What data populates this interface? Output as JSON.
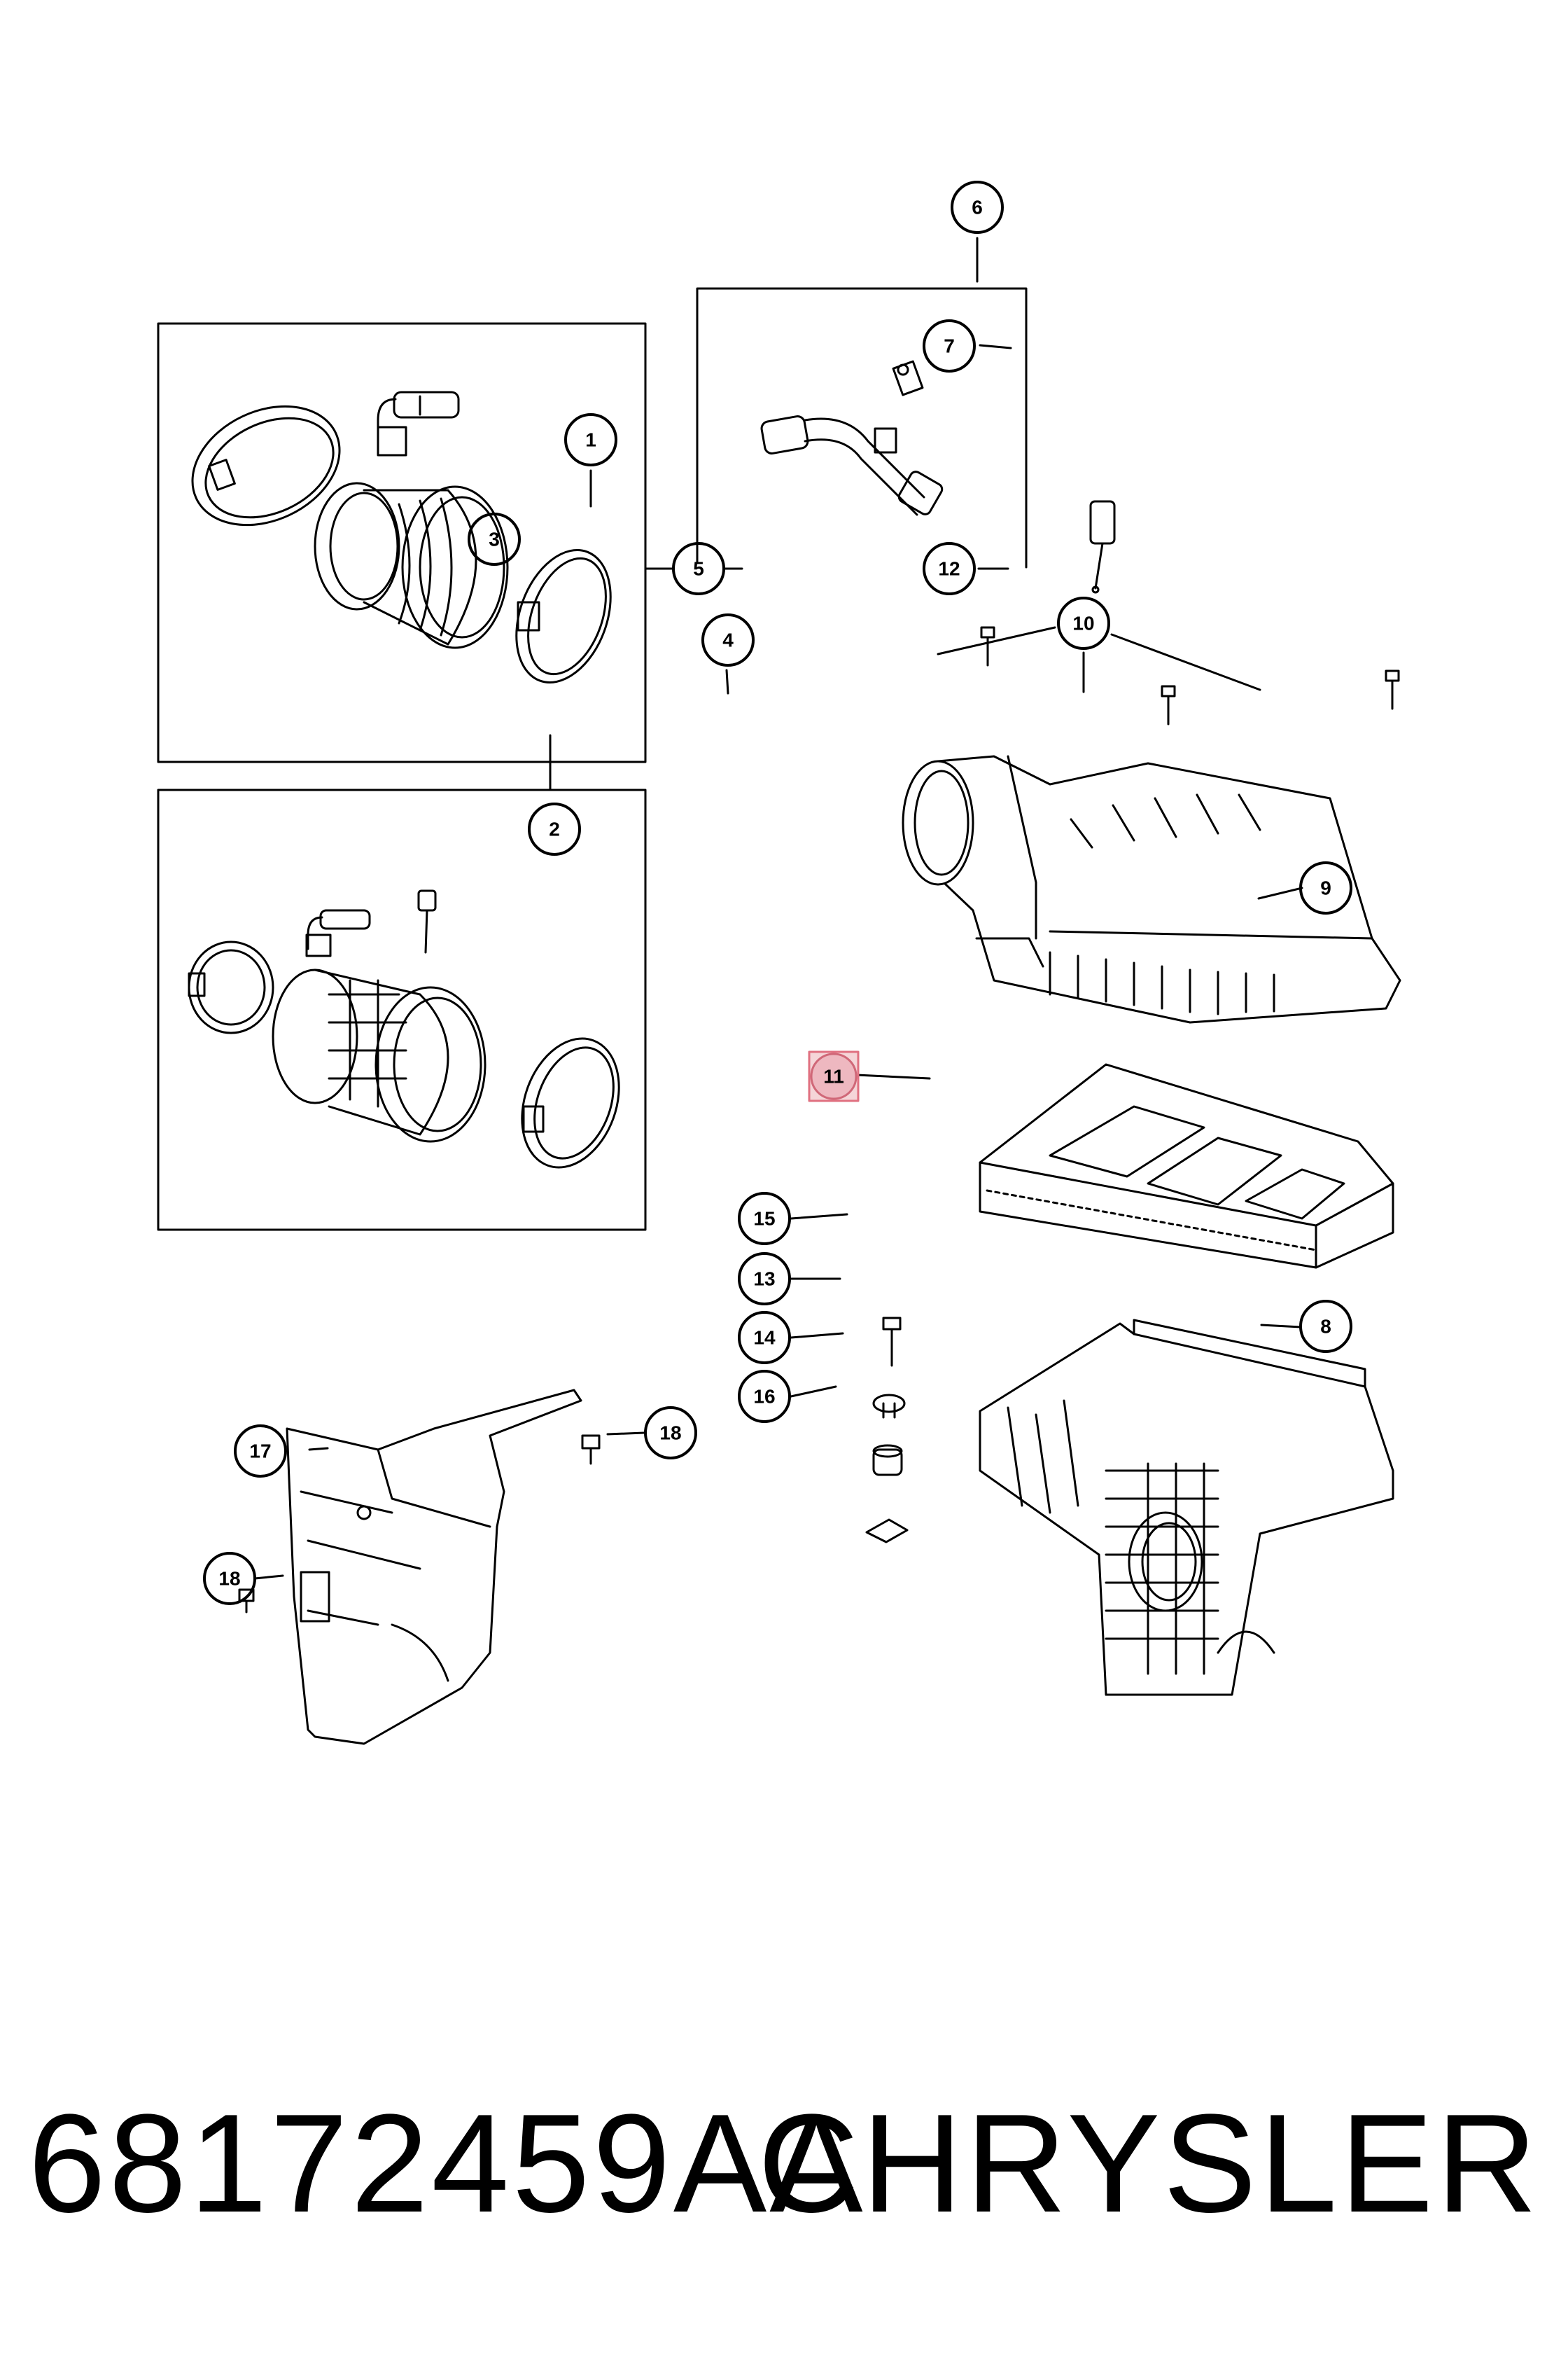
{
  "colors": {
    "line": "#000000",
    "background": "#ffffff",
    "highlight": "#e8a0a8"
  },
  "callouts": {
    "c1": "1",
    "c2": "2",
    "c3": "3",
    "c4": "4",
    "c5": "5",
    "c6": "6",
    "c7": "7",
    "c8": "8",
    "c9": "9",
    "c10": "10",
    "c11": "11",
    "c12": "12",
    "c13": "13",
    "c14": "14",
    "c15": "15",
    "c16": "16",
    "c17": "17",
    "c18a": "18",
    "c18b": "18"
  },
  "highlighted_callout": "11",
  "footer": {
    "part_number": "68172459AA",
    "brand": "CHRYSLER"
  }
}
